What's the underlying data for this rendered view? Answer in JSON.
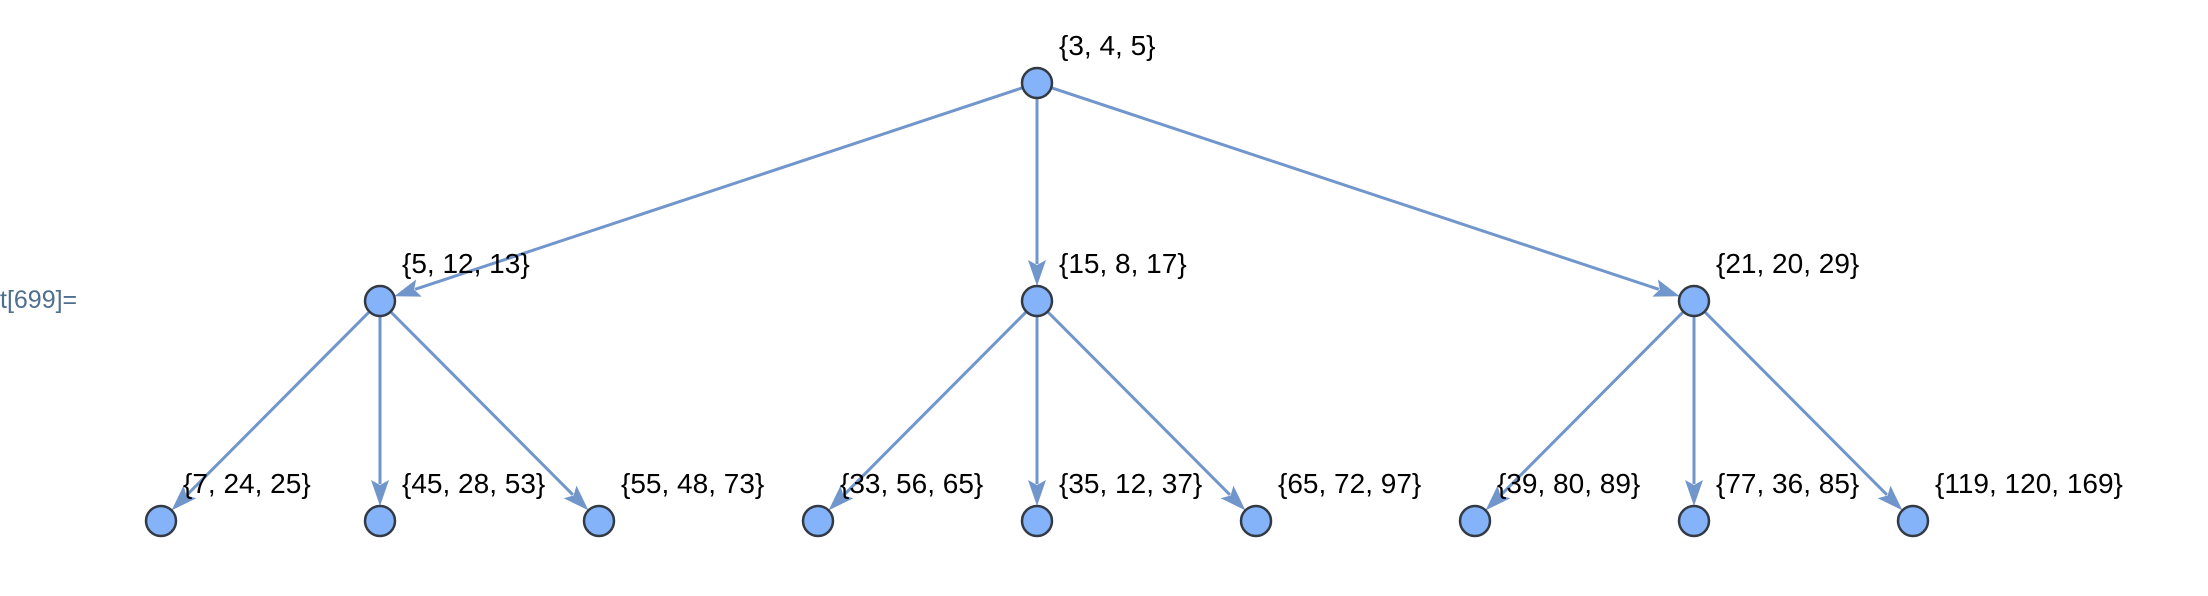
{
  "prompt_label": "t[699]=",
  "colors": {
    "edge": "#7196cb",
    "node_fill": "#84b3f9",
    "node_stroke": "#333a44",
    "prompt": "#4f6f90"
  },
  "tree": {
    "nodes": [
      {
        "id": 0,
        "label": "{3, 4, 5}",
        "level": 0,
        "slot": 4
      },
      {
        "id": 1,
        "label": "{5, 12, 13}",
        "level": 1,
        "slot": 1
      },
      {
        "id": 2,
        "label": "{15, 8, 17}",
        "level": 1,
        "slot": 4
      },
      {
        "id": 3,
        "label": "{21, 20, 29}",
        "level": 1,
        "slot": 7
      },
      {
        "id": 4,
        "label": "{7, 24, 25}",
        "level": 2,
        "slot": 0
      },
      {
        "id": 5,
        "label": "{45, 28, 53}",
        "level": 2,
        "slot": 1
      },
      {
        "id": 6,
        "label": "{55, 48, 73}",
        "level": 2,
        "slot": 2
      },
      {
        "id": 7,
        "label": "{33, 56, 65}",
        "level": 2,
        "slot": 3
      },
      {
        "id": 8,
        "label": "{35, 12, 37}",
        "level": 2,
        "slot": 4
      },
      {
        "id": 9,
        "label": "{65, 72, 97}",
        "level": 2,
        "slot": 5
      },
      {
        "id": 10,
        "label": "{39, 80, 89}",
        "level": 2,
        "slot": 6
      },
      {
        "id": 11,
        "label": "{77, 36, 85}",
        "level": 2,
        "slot": 7
      },
      {
        "id": 12,
        "label": "{119, 120, 169}",
        "level": 2,
        "slot": 8
      }
    ],
    "edges": [
      [
        0,
        1
      ],
      [
        0,
        2
      ],
      [
        0,
        3
      ],
      [
        1,
        4
      ],
      [
        1,
        5
      ],
      [
        1,
        6
      ],
      [
        2,
        7
      ],
      [
        2,
        8
      ],
      [
        2,
        9
      ],
      [
        3,
        10
      ],
      [
        3,
        11
      ],
      [
        3,
        12
      ]
    ]
  }
}
